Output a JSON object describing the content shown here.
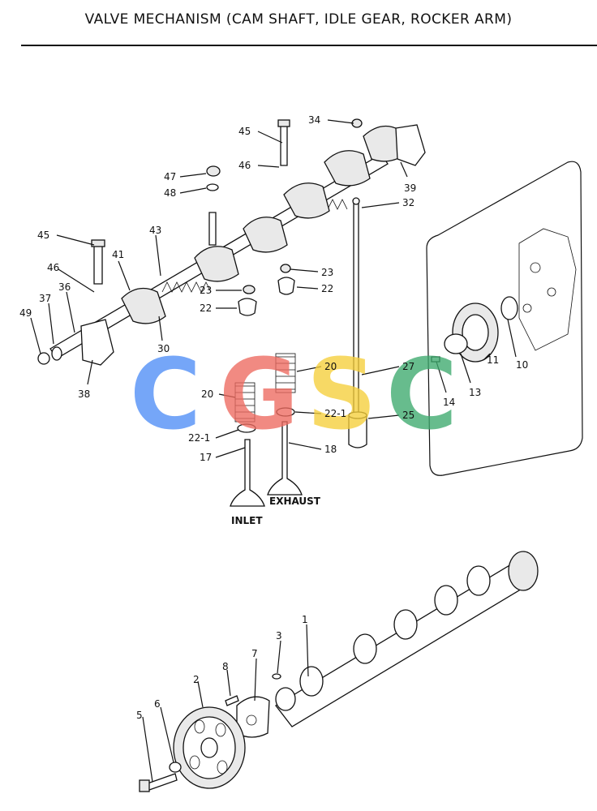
{
  "title": "VALVE MECHANISM (CAM SHAFT, IDLE GEAR, ROCKER ARM)",
  "captions": {
    "inlet": "INLET",
    "exhaust": "EXHAUST"
  },
  "watermark": {
    "letters": [
      "C",
      "G",
      "S",
      "C"
    ],
    "colors": [
      "#4f8ef7",
      "#ee6a5f",
      "#f6cf3b",
      "#3daa6e"
    ]
  },
  "callouts": [
    "45",
    "34",
    "46",
    "47",
    "48",
    "39",
    "32",
    "45",
    "41",
    "43",
    "46",
    "36",
    "37",
    "49",
    "38",
    "30",
    "23",
    "22",
    "23",
    "22",
    "27",
    "20",
    "20",
    "22-1",
    "22-1",
    "25",
    "17",
    "18",
    "10",
    "11",
    "13",
    "14",
    "5",
    "6",
    "2",
    "8",
    "7",
    "3",
    "1"
  ]
}
